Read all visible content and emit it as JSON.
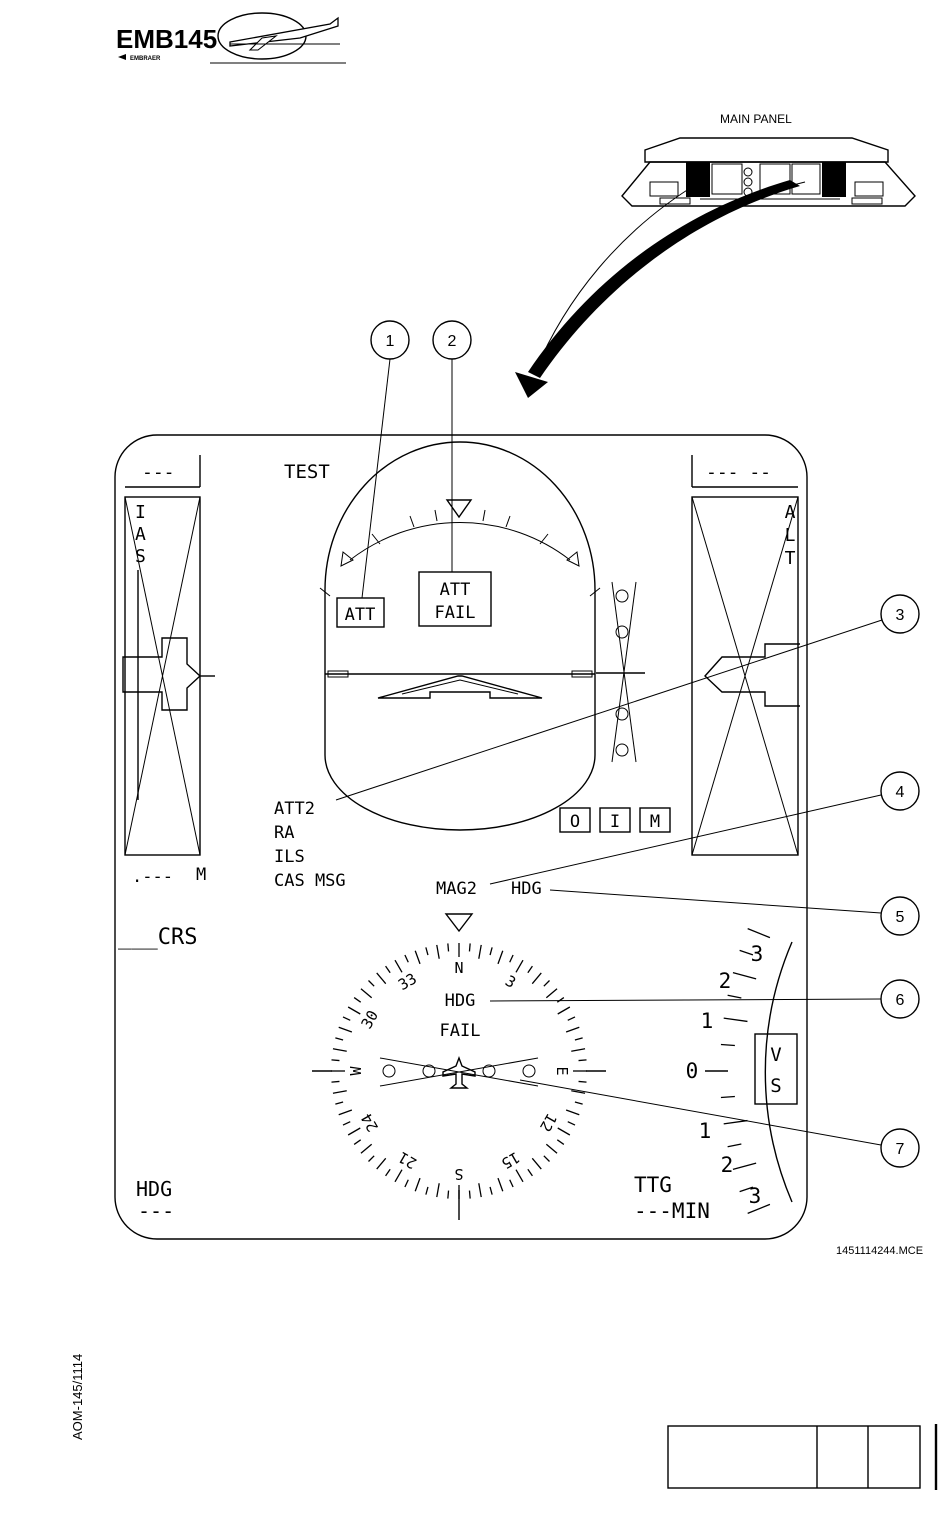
{
  "header": {
    "logo_text": "EMB145",
    "brand_text": "EMBRAER"
  },
  "panel": {
    "label": "MAIN PANEL"
  },
  "callouts": [
    "1",
    "2",
    "3",
    "4",
    "5",
    "6",
    "7"
  ],
  "pfd": {
    "top_left_dashes": "---",
    "test_label": "TEST",
    "top_right_dashes": "--- --",
    "ias_letters": [
      "I",
      "A",
      "S"
    ],
    "alt_letters": [
      "A",
      "L",
      "T"
    ],
    "att_flag": "ATT",
    "att_fail_line1": "ATT",
    "att_fail_line2": "FAIL",
    "source_list": [
      "ATT2",
      "RA",
      "ILS",
      "CAS MSG"
    ],
    "mach_readout": ".---",
    "mach_unit": "M",
    "crs_label": "___CRS",
    "marker_boxes": [
      "O",
      "I",
      "M"
    ],
    "mag_label": "MAG2",
    "hdg_source_label": "HDG",
    "hdg_fail_line1": "HDG",
    "hdg_fail_line2": "FAIL",
    "compass_labels": [
      "N",
      "3",
      "E",
      "12",
      "15",
      "S",
      "21",
      "24",
      "W",
      "30",
      "33"
    ],
    "vs_scale_labels": [
      "3",
      "2",
      "1",
      "0",
      "1",
      "2",
      "3"
    ],
    "vs_box_letters": [
      "V",
      "S"
    ],
    "hdg_bottom_label": "HDG",
    "hdg_bottom_dashes": "---",
    "ttg_label": "TTG",
    "ttg_value": "---MIN"
  },
  "figure_code": "1451114244.MCE",
  "side_code": "AOM-145/1114"
}
